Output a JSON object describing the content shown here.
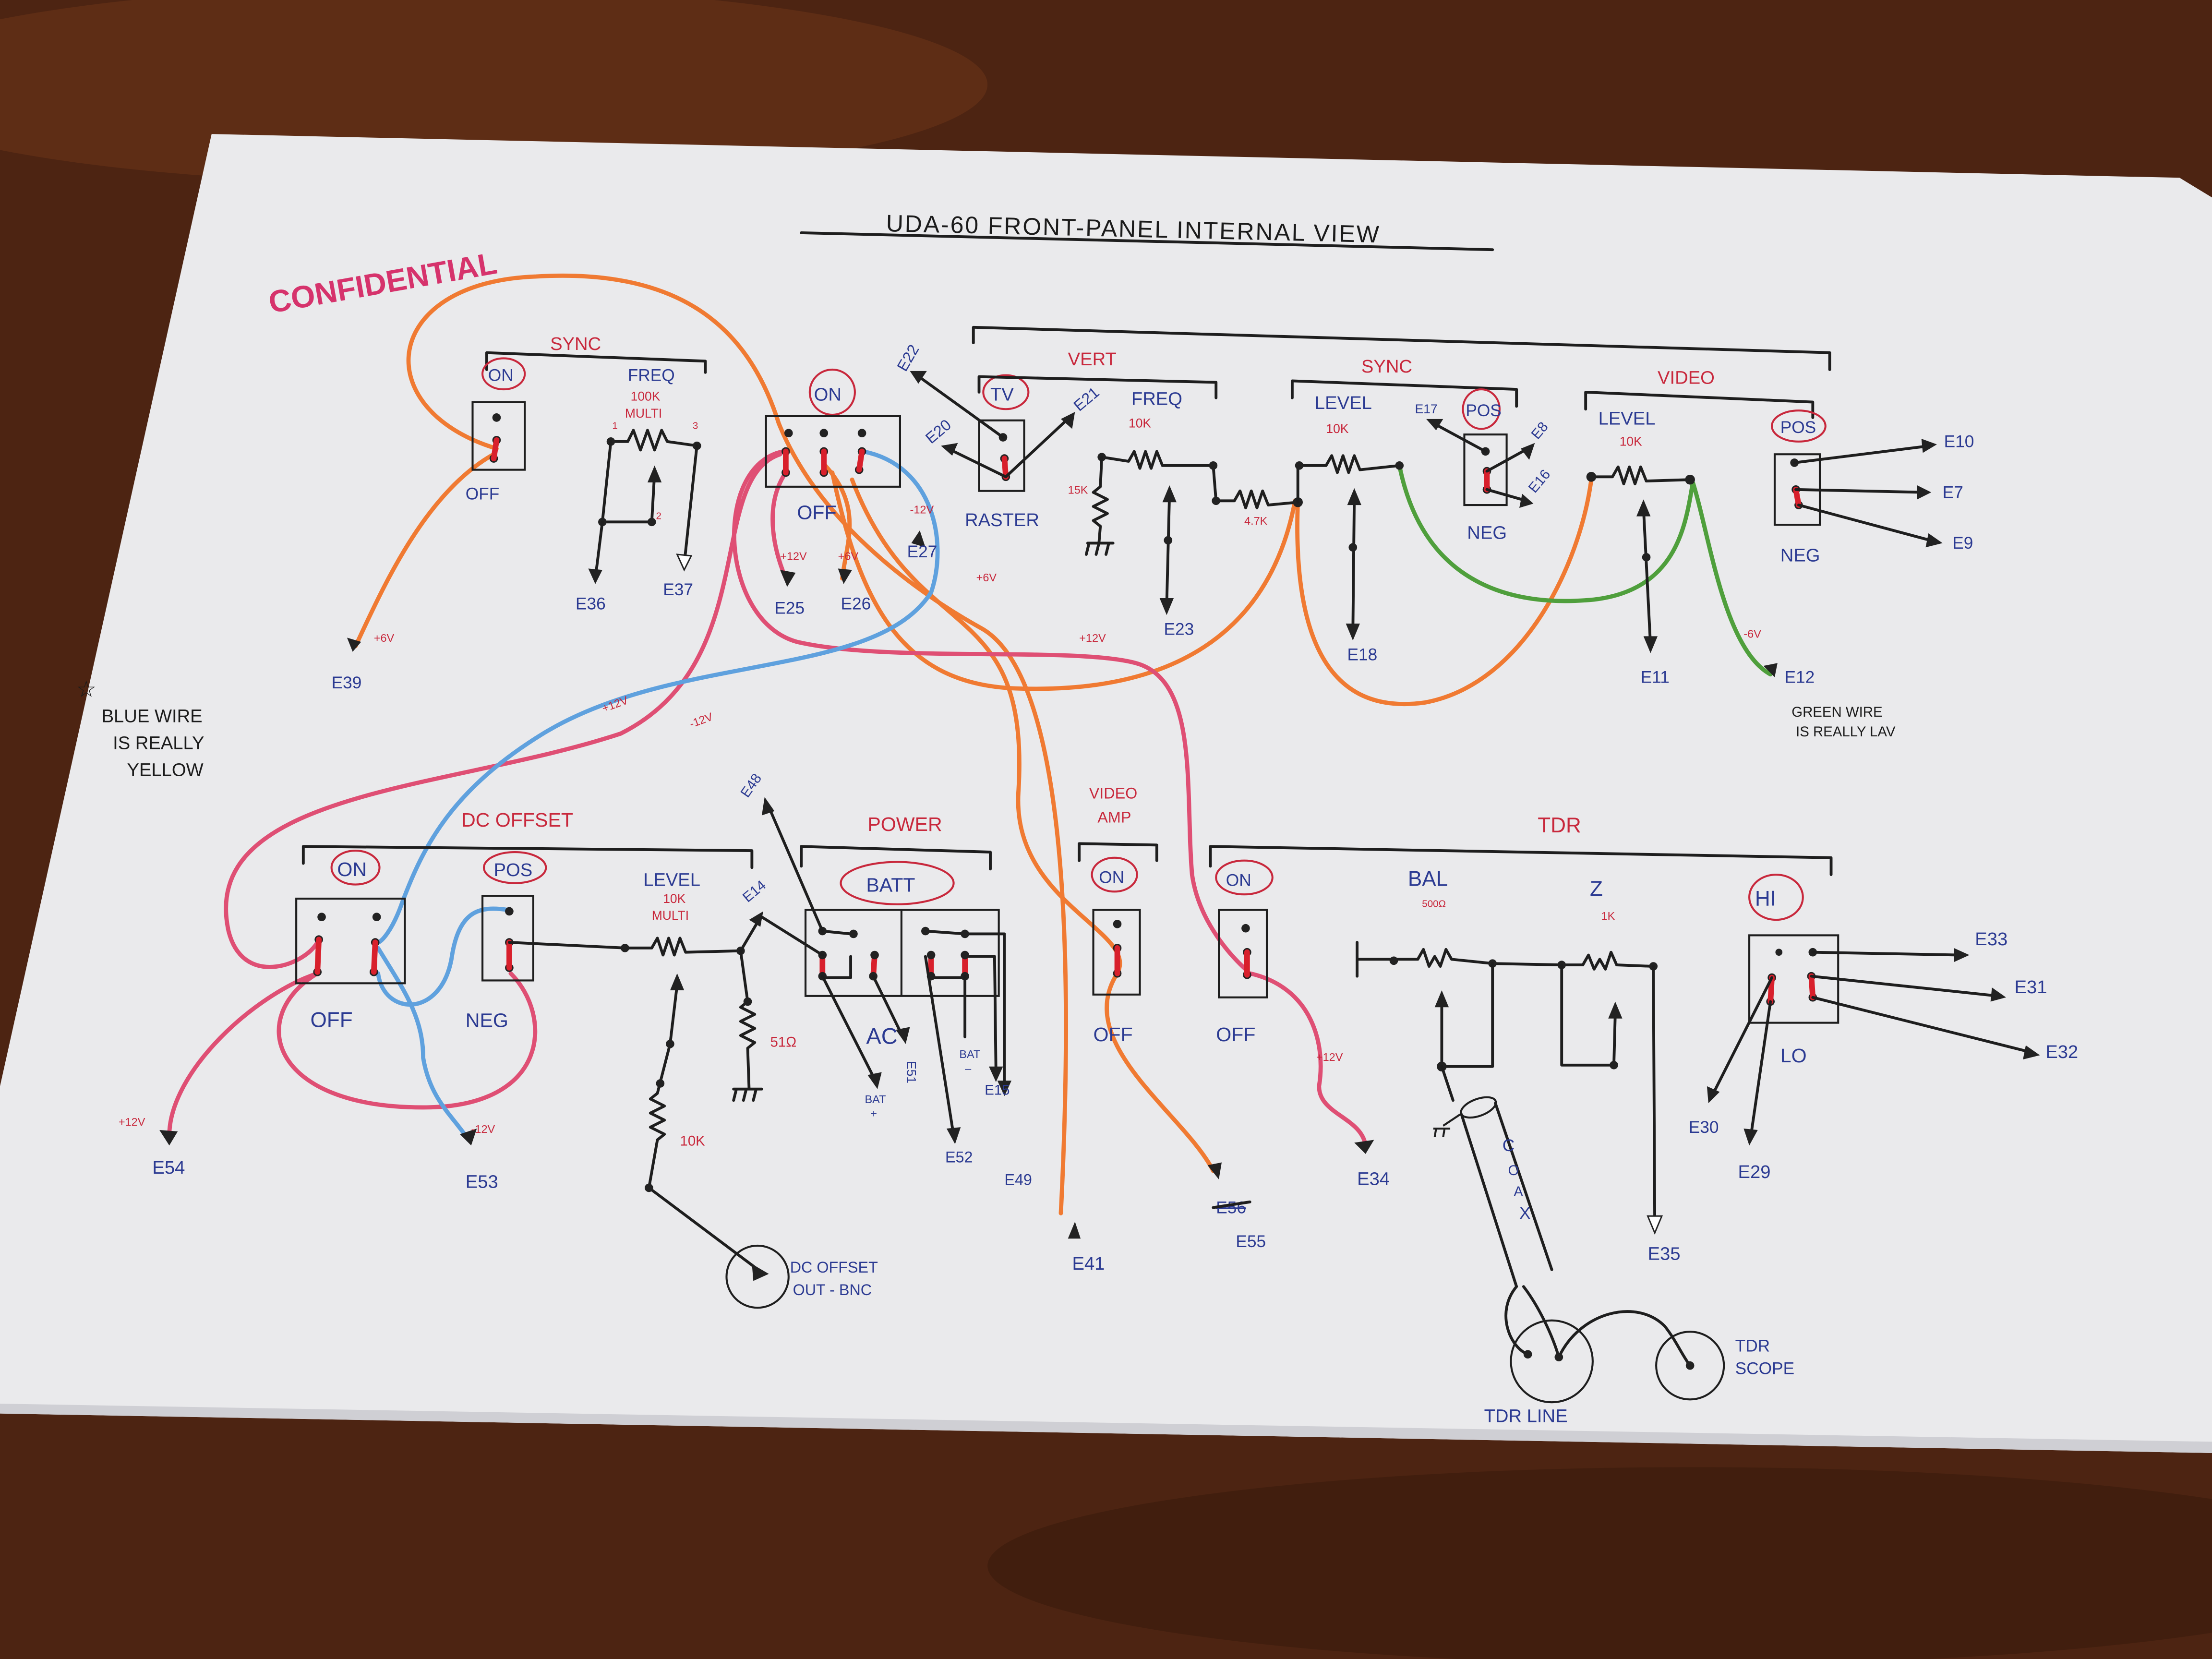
{
  "title": "UDA-60   FRONT-PANEL   INTERNAL VIEW",
  "stamp": "CONFIDENTIAL",
  "notes": {
    "blue_wire": [
      "BLUE WIRE",
      "IS REALLY",
      "YELLOW"
    ],
    "green_wire": [
      "GREEN WIRE",
      "IS REALLY LAV"
    ]
  },
  "colors": {
    "orange_wire": "#f07a32",
    "red_wire": "#df4f74",
    "blue_wire": "#5fa1de",
    "green_wire": "#4f9f3c",
    "ink_blue": "#2b3a92",
    "ink_red": "#c8283c"
  },
  "sync_left": {
    "label": "SYNC",
    "on": "ON",
    "off": "OFF",
    "freq": "FREQ",
    "freq_value": "100K",
    "freq_type": "MULTI",
    "pins": [
      "1",
      "2",
      "3"
    ],
    "terminals": {
      "e36": "E36",
      "e37": "E37",
      "e39": "E39"
    },
    "e39_voltage": "+6V"
  },
  "main_switch": {
    "on": "ON",
    "off": "OFF",
    "terminals": {
      "e25": "E25",
      "e26": "E26",
      "e27": "E27"
    },
    "voltages": {
      "e25": "+12V",
      "e26": "+6V",
      "e27": "-12V"
    },
    "wire_voltages": {
      "orange": "+6V",
      "red": "+12V"
    }
  },
  "raster": {
    "tv": "TV",
    "raster": "RASTER",
    "terminals": {
      "e22": "E22",
      "e20": "E20",
      "e21": "E21"
    }
  },
  "vert": {
    "label": "VERT",
    "freq": "FREQ",
    "freq_value": "10K",
    "r_ground": "15K",
    "r_series": "4.7K",
    "terminal": "E23"
  },
  "sync_right": {
    "label": "SYNC",
    "level": "LEVEL",
    "level_value": "10K",
    "pos": "POS",
    "neg": "NEG",
    "terminals": {
      "e18": "E18",
      "e17": "E17",
      "e8": "E8",
      "e16": "E16"
    }
  },
  "video": {
    "label": "VIDEO",
    "level": "LEVEL",
    "level_value": "10K",
    "pos": "POS",
    "neg": "NEG",
    "terminals": {
      "e11": "E11",
      "e12": "E12",
      "e10": "E10",
      "e7": "E7",
      "e9": "E9"
    },
    "e12_voltage": "-6V"
  },
  "mid_wire_labels": {
    "red": "+12V",
    "blue": "-12V"
  },
  "dc_offset": {
    "label": "DC OFFSET",
    "on": "ON",
    "off": "OFF",
    "pos": "POS",
    "neg": "NEG",
    "level": "LEVEL",
    "level_value": "10K",
    "level_type": "MULTI",
    "r_load": "51Ω",
    "r_out": "10K",
    "terminals": {
      "e14": "E14",
      "e54": "E54",
      "e53": "E53"
    },
    "voltages": {
      "e54": "+12V",
      "e53": "-12V"
    },
    "bnc": [
      "DC OFFSET",
      "OUT - BNC"
    ]
  },
  "power": {
    "label": "POWER",
    "batt": "BATT",
    "ac": "AC",
    "bat_plus": [
      "BAT",
      "+"
    ],
    "bat_minus": [
      "BAT",
      "–"
    ],
    "terminals": {
      "e48": "E48",
      "e51": "E51",
      "e15": "E15",
      "e52": "E52",
      "e49": "E49"
    }
  },
  "video_amp": {
    "label": [
      "VIDEO",
      "AMP"
    ],
    "on": "ON",
    "off": "OFF",
    "terminals": {
      "e41": "E41",
      "e56_struck": "E56",
      "e55": "E55"
    }
  },
  "tdr": {
    "label": "TDR",
    "on": "ON",
    "off": "OFF",
    "e34_voltage": "+12V",
    "bal": "BAL",
    "bal_value": "500Ω",
    "z": "Z",
    "z_value": "1K",
    "coax": [
      "C",
      "O",
      "A",
      "X"
    ],
    "hi": "HI",
    "lo": "LO",
    "terminals": {
      "e34": "E34",
      "e35": "E35",
      "e33": "E33",
      "e31": "E31",
      "e32": "E32",
      "e30": "E30",
      "e29": "E29"
    },
    "tdr_line": "TDR LINE",
    "tdr_scope": [
      "TDR",
      "SCOPE"
    ]
  }
}
